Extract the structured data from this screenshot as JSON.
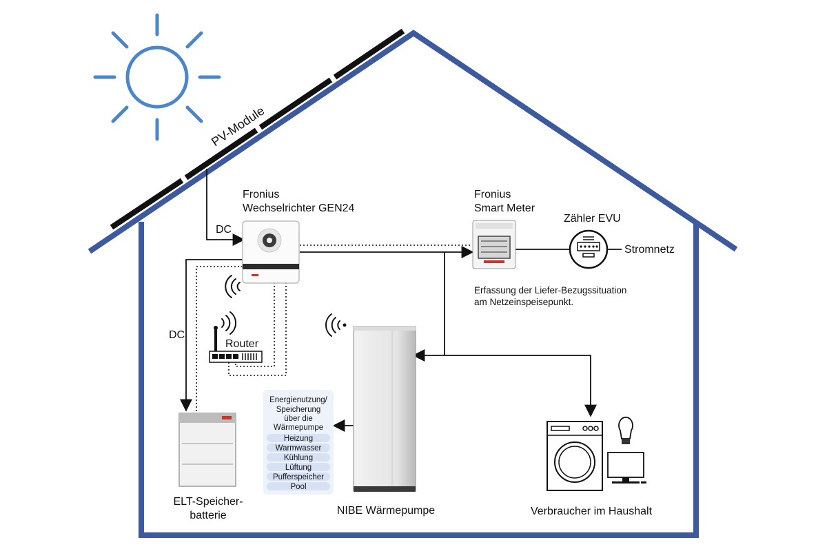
{
  "roof_label": "PV-Module",
  "inverter": {
    "line1": "Fronius",
    "line2": "Wechselrichter GEN24"
  },
  "smart_meter": {
    "line1": "Fronius",
    "line2": "Smart Meter"
  },
  "meter_evu": "Zähler EVU",
  "grid": "Stromnetz",
  "meter_note": {
    "line1": "Erfassung der Liefer-Bezugssituation",
    "line2": "am Netzeinspeisepunkt."
  },
  "dc_top": "DC",
  "dc_left": "DC",
  "router": "Router",
  "battery": {
    "line1": "ELT-Speicher-",
    "line2": "batterie"
  },
  "heatpump_label": "NIBE Wärmepumpe",
  "consumers_label": "Verbraucher im Haushalt",
  "energy_box": {
    "title": [
      "Energienutzung/",
      "Speicherung",
      "über die",
      "Wärmepumpe"
    ],
    "items": [
      "Heizung",
      "Warmwasser",
      "Kühlung",
      "Lüftung",
      "Pufferspeicher",
      "Pool"
    ]
  },
  "colors": {
    "house": "#3d5a9e",
    "sun": "#4a86c8",
    "panel": "#111111",
    "box_bg": "#eef3fb",
    "item_bg": "#d6e2f4"
  }
}
